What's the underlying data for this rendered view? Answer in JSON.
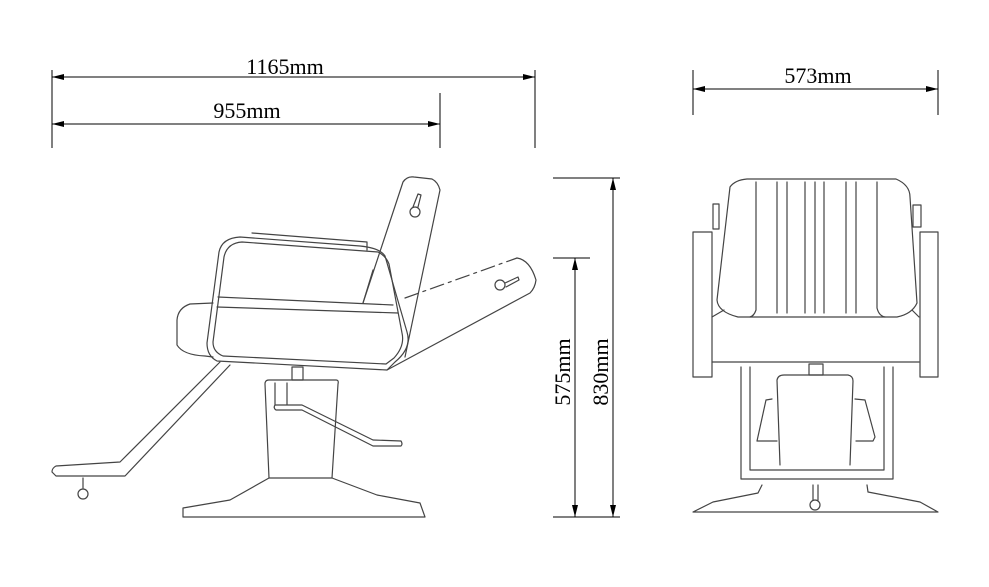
{
  "dimensions": {
    "overall_length": "1165mm",
    "seat_length": "955mm",
    "width": "573mm",
    "seat_height": "575mm",
    "overall_height": "830mm"
  },
  "colors": {
    "line": "#444444",
    "dimension": "#000000",
    "background": "#ffffff"
  }
}
